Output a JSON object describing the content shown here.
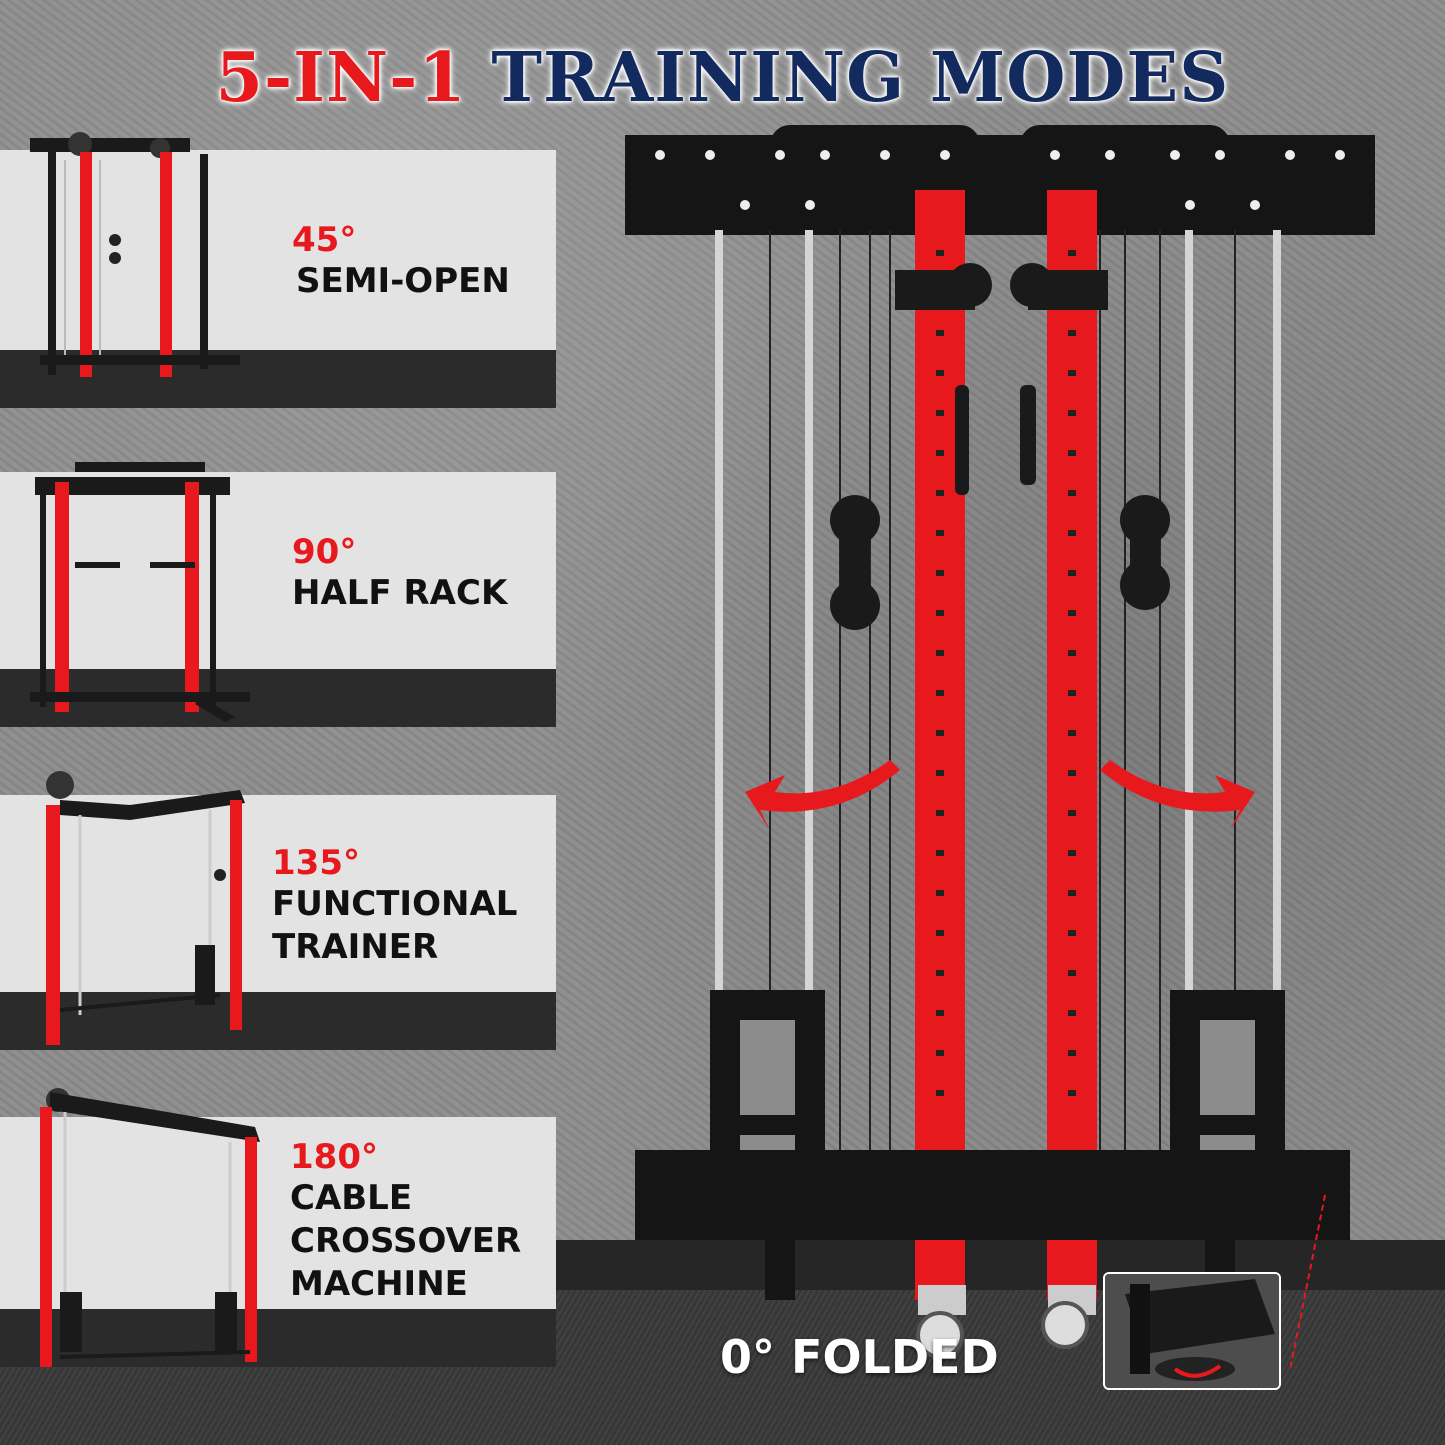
{
  "headline": {
    "part1": "5-IN-1",
    "part2": "TRAINING MODES"
  },
  "modes": [
    {
      "degree": "45°",
      "name": "SEMI-OPEN"
    },
    {
      "degree": "90°",
      "name": "HALF RACK"
    },
    {
      "degree": "135°",
      "name": "FUNCTIONAL\nTRAINER"
    },
    {
      "degree": "180°",
      "name": "CABLE\nCROSSOVER\nMACHINE"
    }
  ],
  "folded": {
    "label": "0° FOLDED"
  },
  "colors": {
    "accent_red": "#e8191c",
    "headline_navy": "#132a5e",
    "frame_black": "#1a1a1a",
    "panel_grey": "#e3e3e3"
  },
  "icons": [
    "rotate-left-arrow-icon",
    "rotate-right-arrow-icon",
    "caster-wheel-icon"
  ]
}
